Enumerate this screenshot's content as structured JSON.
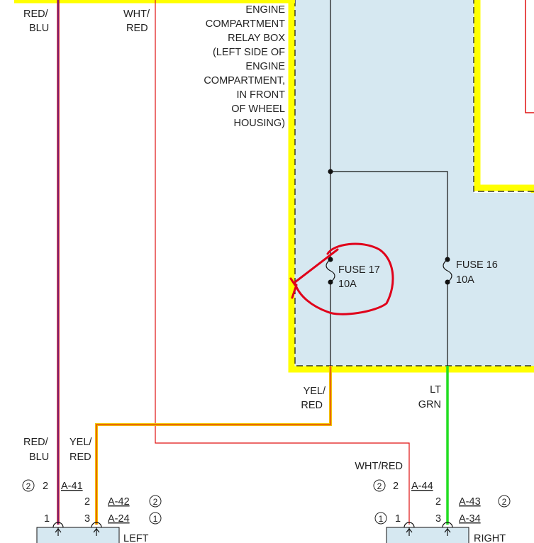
{
  "relay_box": {
    "label_lines": [
      "ENGINE",
      "COMPARTMENT",
      "RELAY BOX",
      "(LEFT SIDE OF",
      "ENGINE",
      "COMPARTMENT,",
      "IN FRONT",
      "OF WHEEL",
      "HOUSING)"
    ]
  },
  "fuses": {
    "fuse17": {
      "name": "FUSE 17",
      "rating": "10A"
    },
    "fuse16": {
      "name": "FUSE 16",
      "rating": "10A"
    }
  },
  "wires": {
    "red_blu_top": [
      "RED/",
      "BLU"
    ],
    "wht_red_top": [
      "WHT/",
      "RED"
    ],
    "yel_red_mid": [
      "YEL/",
      "RED"
    ],
    "lt_grn_mid": [
      "LT",
      "GRN"
    ],
    "red_blu_bottom": [
      "RED/",
      "BLU"
    ],
    "yel_red_bottom": [
      "YEL/",
      "RED"
    ],
    "wht_red_right": "WHT/RED"
  },
  "connectors": {
    "left": {
      "label": "LEFT",
      "rows": [
        {
          "circle": "2",
          "pin": "2",
          "ref": "A-41"
        },
        {
          "pin": "2",
          "ref": "A-42",
          "circle": "2"
        },
        {
          "pin_a": "1",
          "pin_b": "3",
          "ref": "A-24",
          "circle": "1"
        }
      ]
    },
    "right": {
      "label": "RIGHT",
      "rows": [
        {
          "circle": "2",
          "pin": "2",
          "ref": "A-44"
        },
        {
          "pin": "2",
          "ref": "A-43",
          "circle": "2"
        },
        {
          "circle": "1",
          "pin_a": "1",
          "pin_b": "3",
          "ref": "A-34"
        }
      ]
    }
  },
  "colors": {
    "relay_fill": "#d6e8f1",
    "relay_highlight": "#ffff00",
    "wire_red": "#e01010",
    "wire_blue": "#3a2ab0",
    "wire_yellow": "#f2c400",
    "wire_green": "#22dd22",
    "wire_black": "#111111",
    "annotation": "#e0001a"
  }
}
